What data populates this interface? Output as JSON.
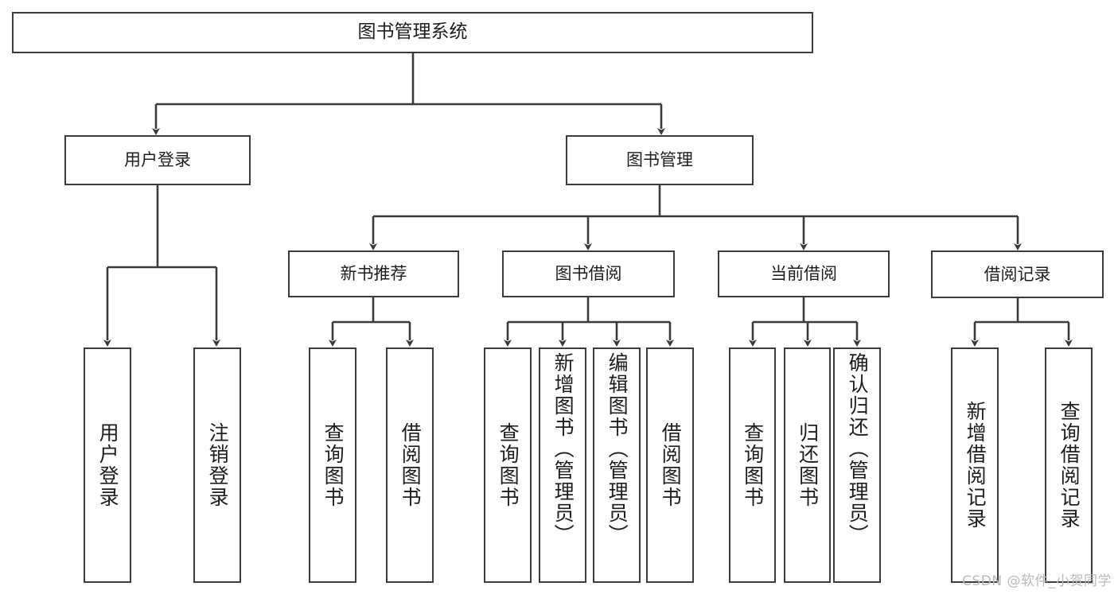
{
  "diagram": {
    "type": "tree-hierarchy",
    "title": "图书管理系统",
    "watermark": "CSDN @软件_小贺同学",
    "colors": {
      "box_border": "#3b3b3b",
      "connector": "#3b3b3b",
      "text": "#1d1d1d",
      "background": "#ffffff",
      "watermark": "#b9b9b9"
    },
    "levels": {
      "level1": [
        {
          "id": "root",
          "label": "图书管理系统"
        }
      ],
      "level2": [
        {
          "id": "user-login",
          "label": "用户登录",
          "parent": "root"
        },
        {
          "id": "book-manage",
          "label": "图书管理",
          "parent": "root"
        }
      ],
      "level3": [
        {
          "id": "new-book-rec",
          "label": "新书推荐",
          "parent": "book-manage"
        },
        {
          "id": "book-borrow",
          "label": "图书借阅",
          "parent": "book-manage"
        },
        {
          "id": "current-borrow",
          "label": "当前借阅",
          "parent": "book-manage"
        },
        {
          "id": "borrow-record",
          "label": "借阅记录",
          "parent": "book-manage"
        }
      ],
      "leaves": [
        {
          "id": "leaf-user-login",
          "label": "用户登录",
          "parent": "user-login"
        },
        {
          "id": "leaf-user-logout",
          "label": "注销登录",
          "parent": "user-login"
        },
        {
          "id": "leaf-query-book-1",
          "label": "查询图书",
          "parent": "new-book-rec"
        },
        {
          "id": "leaf-borrow-book-1",
          "label": "借阅图书",
          "parent": "new-book-rec"
        },
        {
          "id": "leaf-query-book-2",
          "label": "查询图书",
          "parent": "book-borrow"
        },
        {
          "id": "leaf-add-book",
          "label": "新增图书（管理员）",
          "parent": "book-borrow"
        },
        {
          "id": "leaf-edit-book",
          "label": "编辑图书（管理员）",
          "parent": "book-borrow"
        },
        {
          "id": "leaf-borrow-book-2",
          "label": "借阅图书",
          "parent": "book-borrow"
        },
        {
          "id": "leaf-query-book-3",
          "label": "查询图书",
          "parent": "current-borrow"
        },
        {
          "id": "leaf-return-book",
          "label": "归还图书",
          "parent": "current-borrow"
        },
        {
          "id": "leaf-confirm-return",
          "label": "确认归还（管理员）",
          "parent": "current-borrow"
        },
        {
          "id": "leaf-add-record",
          "label": "新增借阅记录",
          "parent": "borrow-record"
        },
        {
          "id": "leaf-query-record",
          "label": "查询借阅记录",
          "parent": "borrow-record"
        }
      ]
    }
  }
}
